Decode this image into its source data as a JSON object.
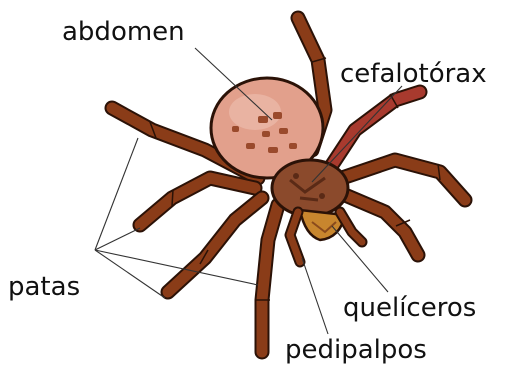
{
  "labels": {
    "abdomen": "abdomen",
    "cephalothorax": "cefalotórax",
    "legs": "patas",
    "chelicerae": "quelíceros",
    "pedipalps": "pedipalpos"
  },
  "colors": {
    "outline": "#2b1207",
    "leg_brown": "#8a3c18",
    "leg_light": "#a9552b",
    "abdomen_fill": "#e2a08c",
    "abdomen_spots": "#9a4a2c",
    "cephalothorax_fill": "#8b4a2c",
    "cephalothorax_spots": "#5a2a16",
    "chelicerae_fill": "#c8862e",
    "red_accent": "#c0303a",
    "leader_line": "#333333"
  }
}
